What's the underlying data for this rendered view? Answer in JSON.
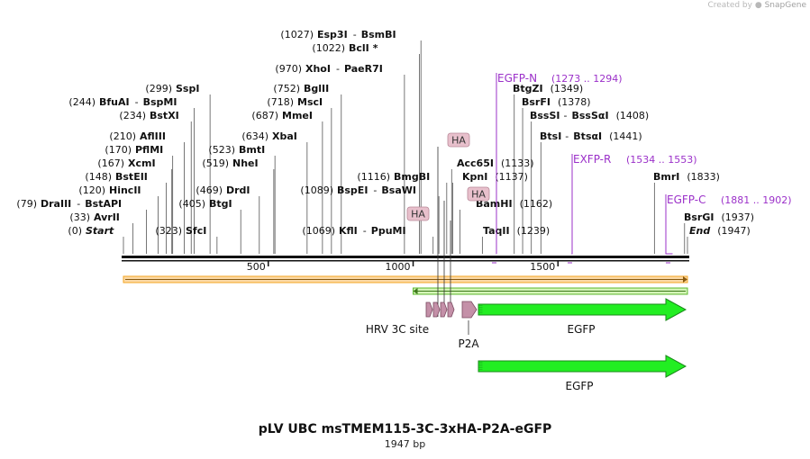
{
  "watermark": {
    "prefix": "Created by",
    "brand": "SnapGene"
  },
  "title": "pLV UBC msTMEM115-3C-3xHA-P2A-eGFP",
  "length_label": "1947 bp",
  "ruler": {
    "total": 1947,
    "ticks": [
      {
        "pos": 500,
        "label": "500"
      },
      {
        "pos": 1000,
        "label": "1000"
      },
      {
        "pos": 1500,
        "label": "1500"
      }
    ]
  },
  "colors": {
    "enzyme": "#000000",
    "primer": "#9b30c9",
    "feature_green": "#22ee22",
    "feature_pink": "#c490a8",
    "ha_tag": "#e8c0cc",
    "orange_track": "#f5a623"
  },
  "enzymes": [
    {
      "pos": 1027,
      "num": "(1027)",
      "name": "Esp3I",
      "name2": "BsmBI"
    },
    {
      "pos": 1022,
      "num": "(1022)",
      "name": "BclI",
      "star": "*"
    },
    {
      "pos": 970,
      "num": "(970)",
      "name": "XhoI",
      "name2": "PaeR7I"
    },
    {
      "pos": 299,
      "num": "(299)",
      "name": "SspI"
    },
    {
      "pos": 752,
      "num": "(752)",
      "name": "BglII"
    },
    {
      "pos": 244,
      "num": "(244)",
      "name": "BfuAI",
      "name2": "BspMI"
    },
    {
      "pos": 718,
      "num": "(718)",
      "name": "MscI"
    },
    {
      "pos": 234,
      "num": "(234)",
      "name": "BstXI"
    },
    {
      "pos": 687,
      "num": "(687)",
      "name": "MmeI"
    },
    {
      "pos": 210,
      "num": "(210)",
      "name": "AflIII"
    },
    {
      "pos": 634,
      "num": "(634)",
      "name": "XbaI"
    },
    {
      "pos": 170,
      "num": "(170)",
      "name": "PflMI"
    },
    {
      "pos": 523,
      "num": "(523)",
      "name": "BmtI"
    },
    {
      "pos": 167,
      "num": "(167)",
      "name": "XcmI"
    },
    {
      "pos": 519,
      "num": "(519)",
      "name": "NheI"
    },
    {
      "pos": 148,
      "num": "(148)",
      "name": "BstEII"
    },
    {
      "pos": 1116,
      "num": "(1116)",
      "name": "BmgBI"
    },
    {
      "pos": 120,
      "num": "(120)",
      "name": "HincII"
    },
    {
      "pos": 469,
      "num": "(469)",
      "name": "DrdI"
    },
    {
      "pos": 1089,
      "num": "(1089)",
      "name": "BspEI",
      "name2": "BsaWI"
    },
    {
      "pos": 79,
      "num": "(79)",
      "name": "DraIII",
      "name2": "BstAPI"
    },
    {
      "pos": 405,
      "num": "(405)",
      "name": "BtgI"
    },
    {
      "pos": 33,
      "num": "(33)",
      "name": "AvrII"
    },
    {
      "pos": 0,
      "num": "(0)",
      "name": "Start",
      "italic": true
    },
    {
      "pos": 323,
      "num": "(323)",
      "name": "SfcI"
    },
    {
      "pos": 1069,
      "num": "(1069)",
      "name": "KflI",
      "name2": "PpuMI"
    },
    {
      "pos": 1349,
      "num": "(1349)",
      "name": "BtgZI"
    },
    {
      "pos": 1378,
      "num": "(1378)",
      "name": "BsrFI"
    },
    {
      "pos": 1408,
      "num": "(1408)",
      "name": "BssSI",
      "name2": "BssSαI"
    },
    {
      "pos": 1441,
      "num": "(1441)",
      "name": "BtsI",
      "name2": "BtsαI"
    },
    {
      "pos": 1133,
      "num": "(1133)",
      "name": "Acc65I"
    },
    {
      "pos": 1137,
      "num": "(1137)",
      "name": "KpnI"
    },
    {
      "pos": 1162,
      "num": "(1162)",
      "name": "BamHI"
    },
    {
      "pos": 1239,
      "num": "(1239)",
      "name": "TaqII"
    },
    {
      "pos": 1833,
      "num": "(1833)",
      "name": "BmrI"
    },
    {
      "pos": 1937,
      "num": "(1937)",
      "name": "BsrGI"
    },
    {
      "pos": 1947,
      "num": "(1947)",
      "name": "End",
      "italic": true
    }
  ],
  "primers": [
    {
      "name": "EGFP-N",
      "range": "(1273 .. 1294)",
      "pos": 1294
    },
    {
      "name": "EXFP-R",
      "range": "(1534 .. 1553)",
      "pos": 1553
    },
    {
      "name": "EGFP-C",
      "range": "(1881 .. 1902)",
      "pos": 1902
    }
  ],
  "ha_tags": [
    {
      "label": "HA"
    },
    {
      "label": "HA"
    },
    {
      "label": "HA"
    }
  ],
  "features": [
    {
      "name": "HRV 3C site"
    },
    {
      "name": "P2A"
    },
    {
      "name": "EGFP"
    },
    {
      "name": "EGFP"
    }
  ]
}
